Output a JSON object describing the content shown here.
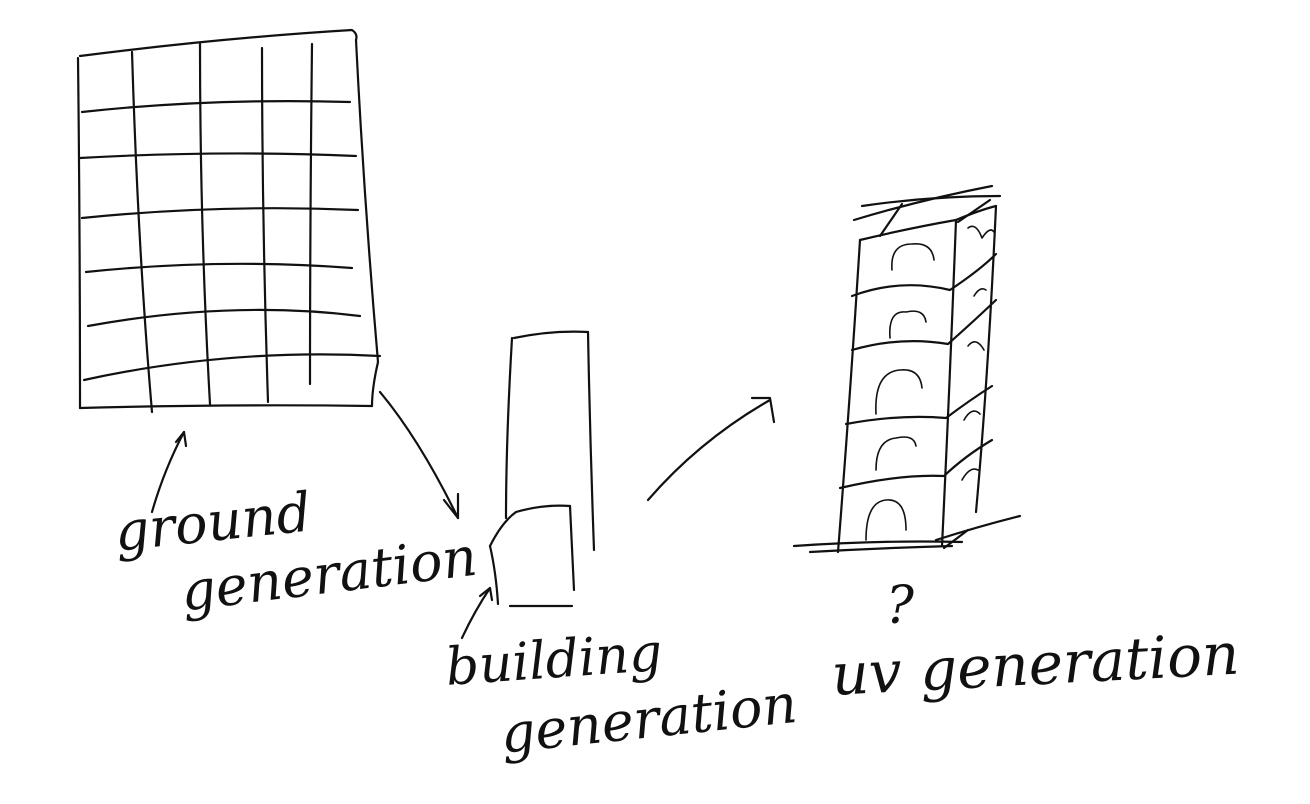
{
  "labels": {
    "ground_line1": "ground",
    "ground_line2": "generation",
    "building_line1": "building",
    "building_line2": "generation",
    "uv_question": "?",
    "uv_label": "uv generation"
  },
  "colors": {
    "ink": "#111111",
    "paper": "#ffffff"
  }
}
